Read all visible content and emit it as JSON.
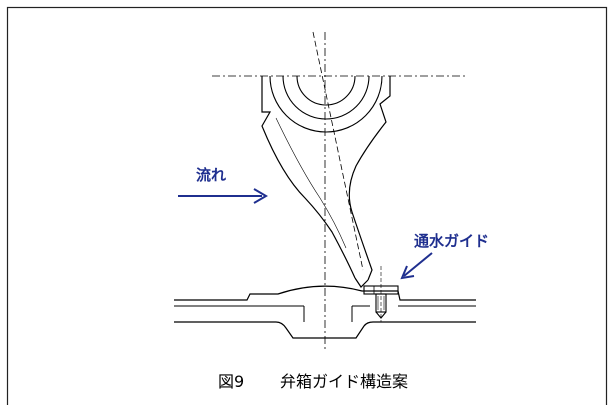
{
  "labels": {
    "flow": "流れ",
    "guide": "通水ガイド"
  },
  "caption": {
    "figure_number": "図9",
    "title": "弁箱ガイド構造案"
  },
  "colors": {
    "label_blue": "#1f2f8f",
    "line": "#000000",
    "frame": "#222222"
  }
}
